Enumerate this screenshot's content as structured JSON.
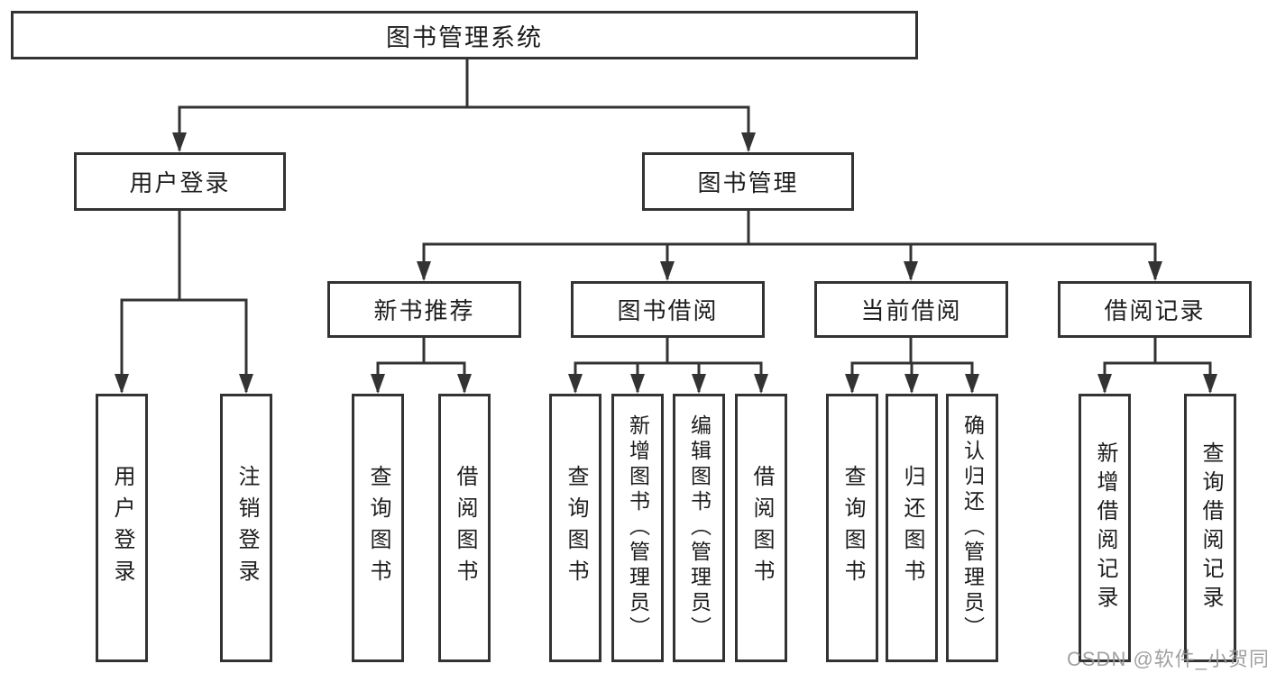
{
  "tree": {
    "label": "图书管理系统",
    "children": [
      {
        "label": "用户登录",
        "children": [
          {
            "label": "用户登录"
          },
          {
            "label": "注销登录"
          }
        ]
      },
      {
        "label": "图书管理",
        "children": [
          {
            "label": "新书推荐",
            "children": [
              {
                "label": "查询图书"
              },
              {
                "label": "借阅图书"
              }
            ]
          },
          {
            "label": "图书借阅",
            "children": [
              {
                "label": "查询图书"
              },
              {
                "label": "新增图书（管理员）"
              },
              {
                "label": "编辑图书（管理员）"
              },
              {
                "label": "借阅图书"
              }
            ]
          },
          {
            "label": "当前借阅",
            "children": [
              {
                "label": "查询图书"
              },
              {
                "label": "归还图书"
              },
              {
                "label": "确认归还（管理员）"
              }
            ]
          },
          {
            "label": "借阅记录",
            "children": [
              {
                "label": "新增借阅记录"
              },
              {
                "label": "查询借阅记录"
              }
            ]
          }
        ]
      }
    ]
  },
  "watermark": {
    "text": "CSDN @软件_小贺同学"
  },
  "colors": {
    "line": "#333333",
    "box_border": "#333333",
    "text": "#1d1d1d",
    "watermark": "#9a9a9a",
    "background": "#ffffff"
  }
}
